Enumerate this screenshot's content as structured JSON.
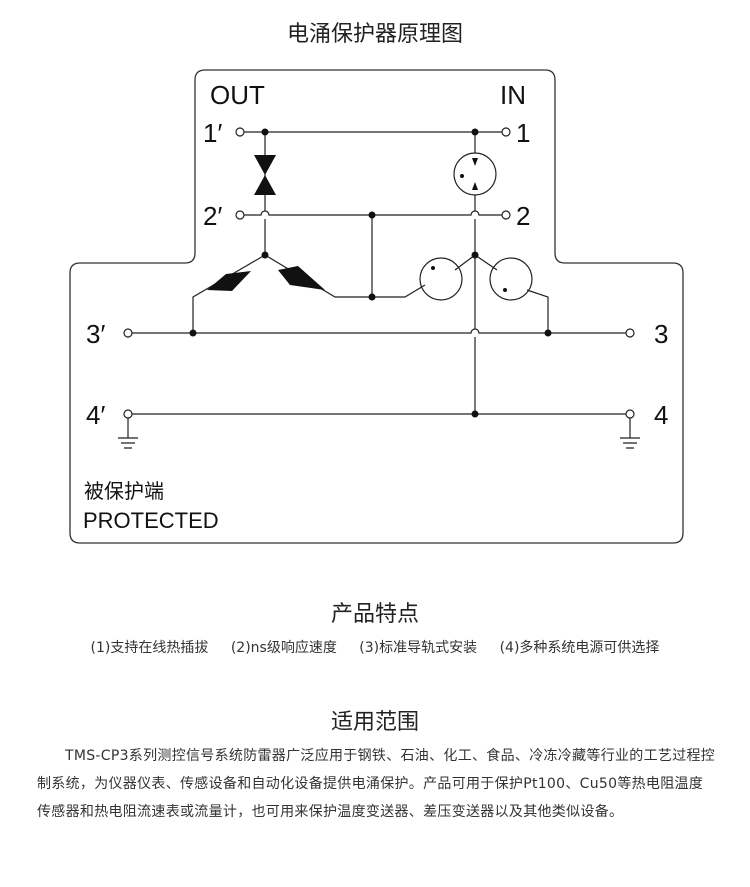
{
  "title": "电涌保护器原理图",
  "diagram": {
    "out": "OUT",
    "in": "IN",
    "t1p": "1′",
    "t2p": "2′",
    "t3p": "3′",
    "t4p": "4′",
    "t1": "1",
    "t2": "2",
    "t3": "3",
    "t4": "4",
    "protected_cn": "被保护端",
    "protected_en": "PROTECTED"
  },
  "features": {
    "heading": "产品特点",
    "items": [
      "(1)支持在线热插拔",
      "(2)ns级响应速度",
      "(3)标准导轨式安装",
      "(4)多种系统电源可供选择"
    ]
  },
  "applications": {
    "heading": "适用范围",
    "text": "TMS-CP3系列测控信号系统防雷器广泛应用于钢铁、石油、化工、食品、冷冻冷藏等行业的工艺过程控制系统，为仪器仪表、传感设备和自动化设备提供电涌保护。产品可用于保护Pt100、Cu50等热电阻温度传感器和热电阻流速表或流量计，也可用来保护温度变送器、差压变送器以及其他类似设备。"
  }
}
